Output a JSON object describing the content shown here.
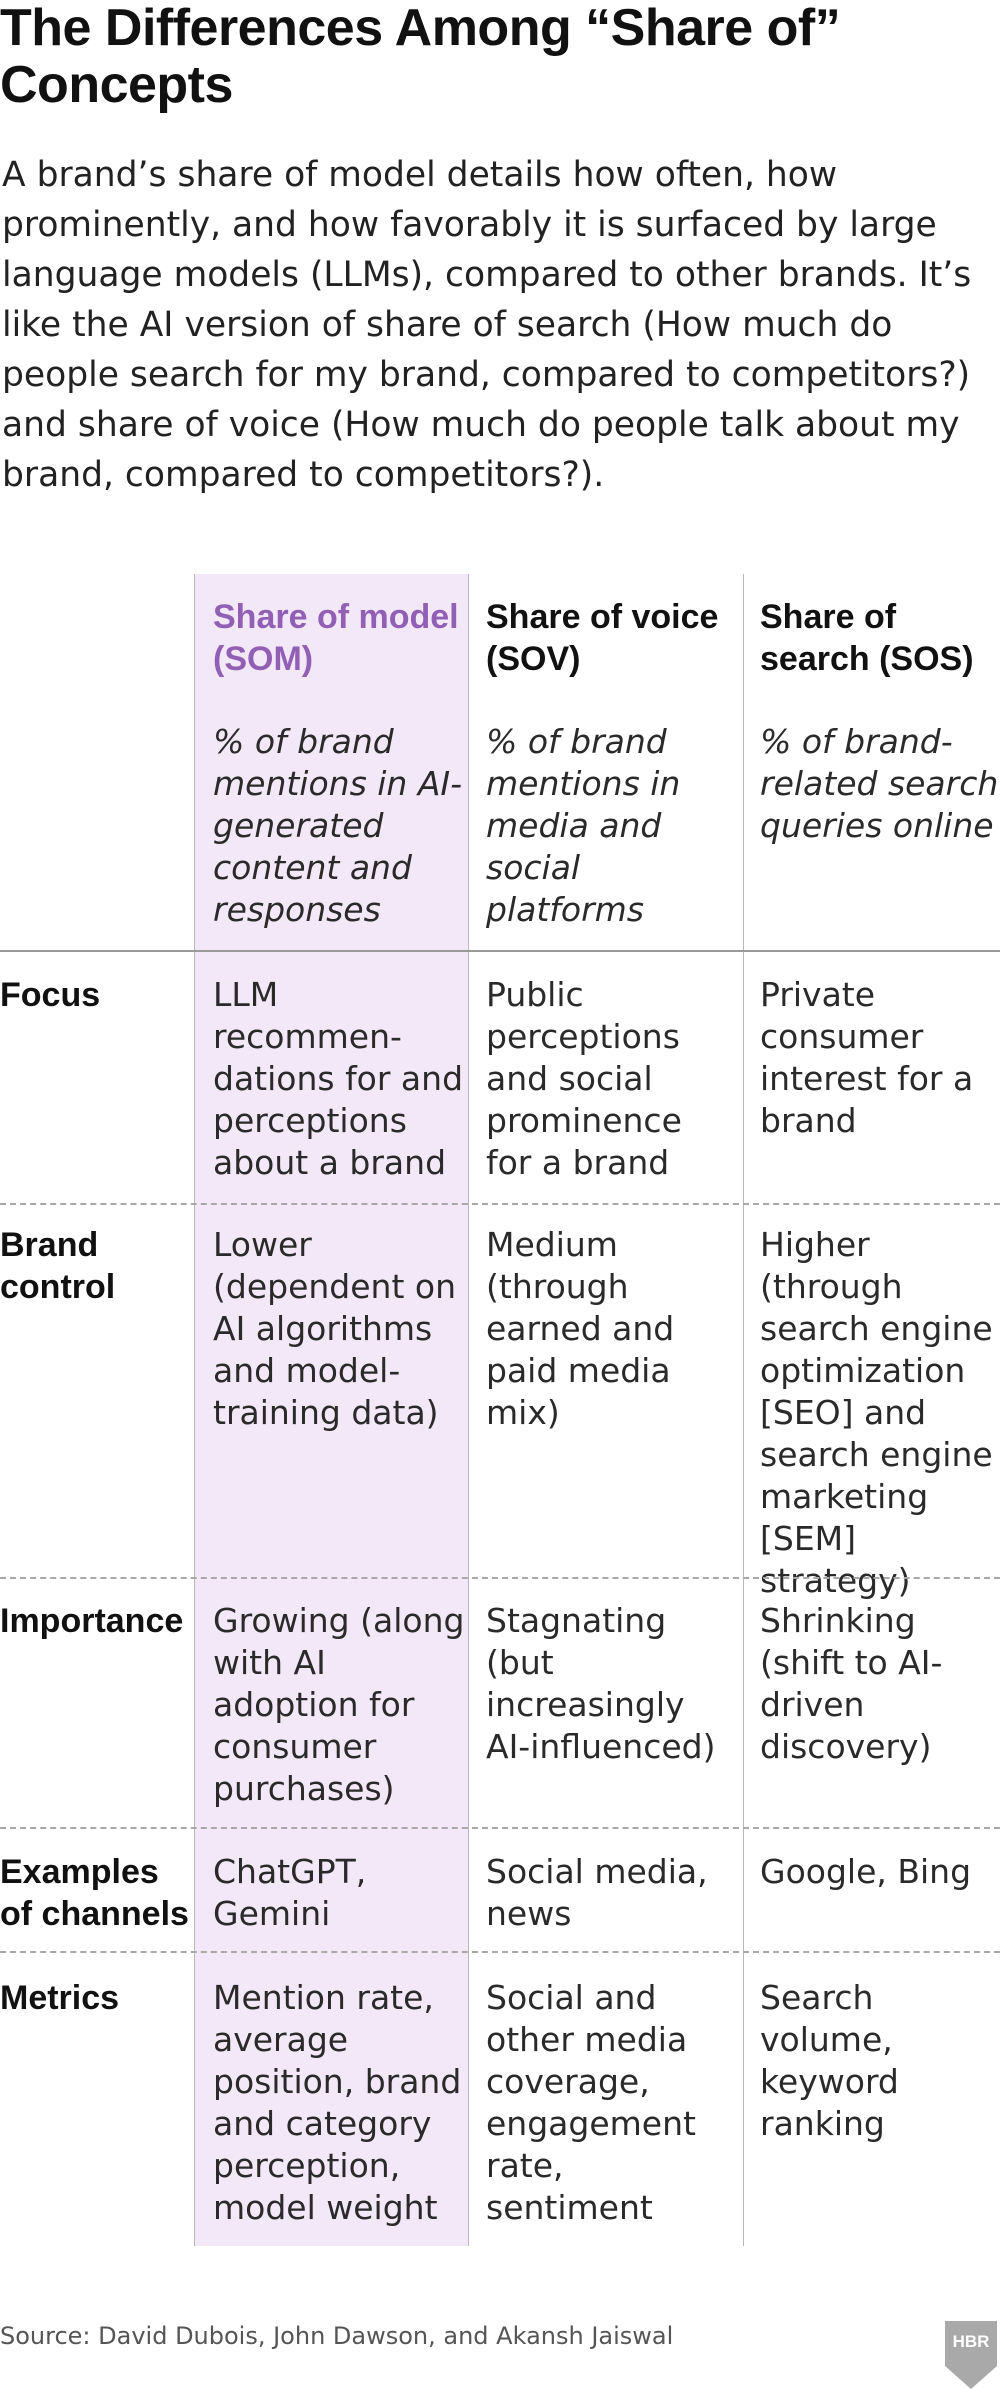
{
  "title": "The Differences Among “Share of” Concepts",
  "intro": "A brand’s share of model details how often, how prominently, and how favorably it is surfaced by large language models (LLMs), compared to other brands. It’s like the AI version of share of search (How much do people search for my brand, compared to competitors?) and share of voice (How much do people talk about my brand, compared to competitors?).",
  "columns": [
    {
      "header": "Share of model (SOM)",
      "definition": "% of brand mentions in AI-generated content and responses"
    },
    {
      "header": "Share of voice (SOV)",
      "definition": "% of brand mentions in media and social platforms"
    },
    {
      "header": "Share of search (SOS)",
      "definition": "% of brand-related search queries online"
    }
  ],
  "rows": [
    {
      "label": "Focus",
      "cells": [
        "LLM recommen-dations for and perceptions about a brand",
        "Public perceptions and social prominence for a brand",
        "Private consumer interest for a brand"
      ]
    },
    {
      "label": "Brand control",
      "cells": [
        "Lower (dependent on AI algorithms and model-training data)",
        "Medium (through earned and paid media mix)",
        "Higher (through search engine optimization [SEO] and search engine marketing [SEM] strategy)"
      ]
    },
    {
      "label": "Importance",
      "cells": [
        "Growing (along with AI adoption for consumer purchases)",
        "Stagnating (but increasingly AI-influenced)",
        "Shrinking (shift to AI-driven discovery)"
      ]
    },
    {
      "label": "Examples of channels",
      "cells": [
        "ChatGPT, Gemini",
        "Social media, news",
        "Google, Bing"
      ]
    },
    {
      "label": "Metrics",
      "cells": [
        "Mention rate, average position, brand and category perception, model weight",
        "Social and other media coverage, engagement rate, sentiment",
        "Search volume, keyword ranking"
      ]
    }
  ],
  "source": "Source: David Dubois, John Dawson, and Akansh Jaiswal",
  "logo_text": "HBR",
  "colors": {
    "accent_purple": "#9160b5",
    "som_column_bg": "#f3e8f8",
    "text": "#1a1a1a",
    "logo": "#a9a9a9"
  }
}
